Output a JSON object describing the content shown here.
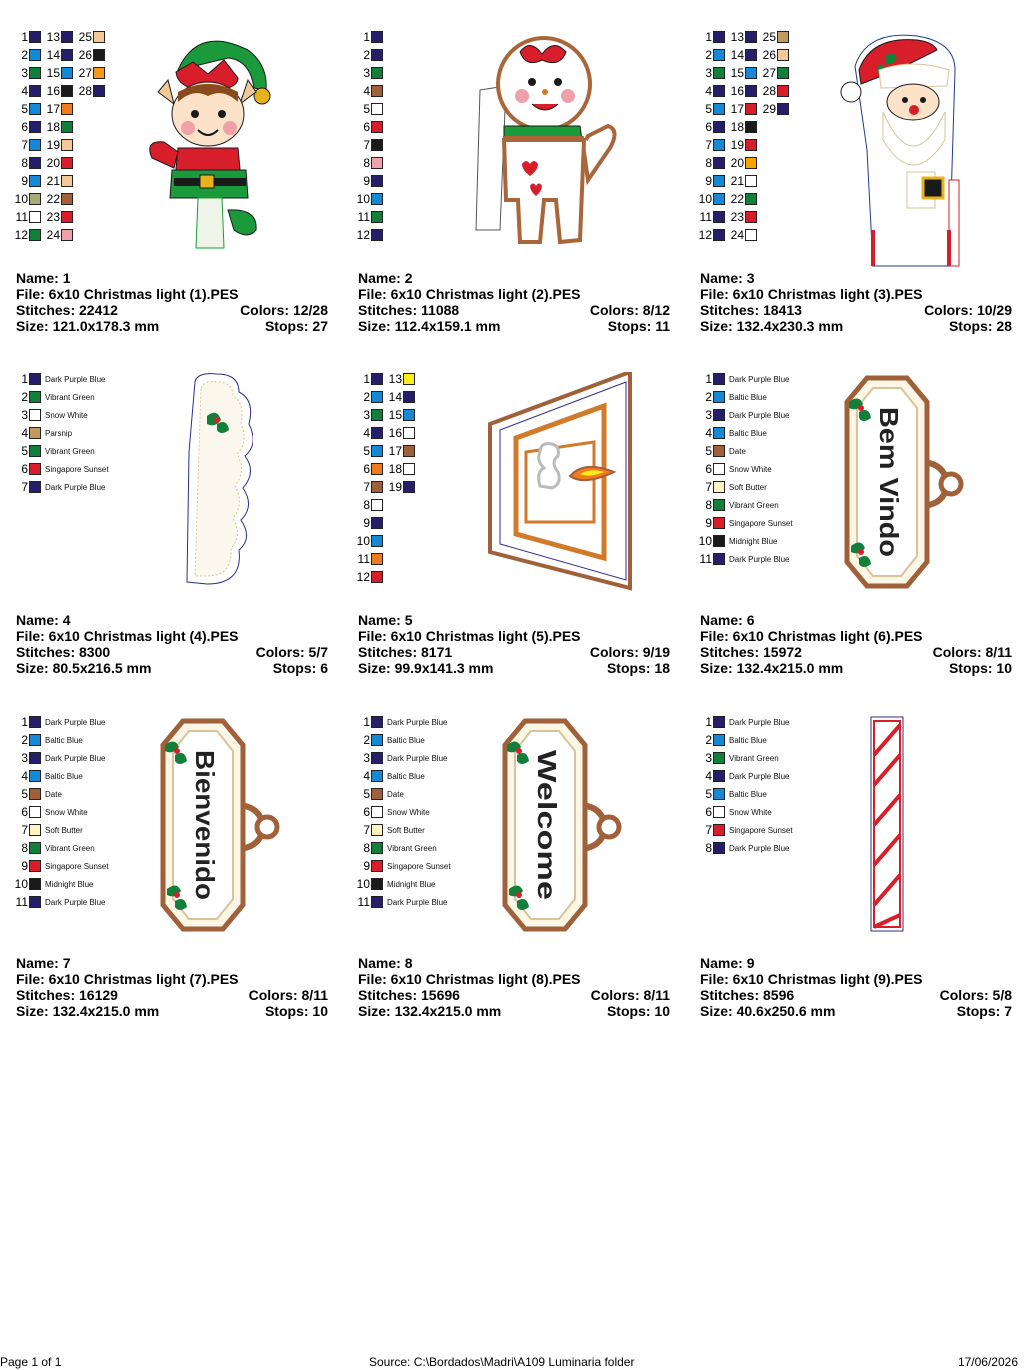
{
  "palette": {
    "dpb": "#261d6b",
    "bb": "#1589d6",
    "vg": "#12803a",
    "sw": "#ffffff",
    "ss": "#d81e2a",
    "mb": "#1a1a1a",
    "date": "#a0603a",
    "sb": "#fff4c2",
    "par": "#c29a5e",
    "pnk": "#f0a0a8",
    "tan": "#f5c89a",
    "org": "#f29a1e",
    "orn": "#f07a1e",
    "gld": "#f5a400",
    "yel": "#ffeb1a",
    "olv": "#a8ab78"
  },
  "labels": {
    "name": "Name:",
    "file": "File:",
    "stitches": "Stitches:",
    "size": "Size:",
    "colors": "Colors:",
    "stops": "Stops:"
  },
  "designs": [
    {
      "name": "1",
      "file": "6x10 Christmas light (1).PES",
      "stitches": "22412",
      "size": "121.0x178.3 mm",
      "colors": "12/28",
      "stops": "27",
      "art": "elf",
      "named": false,
      "legend": [
        [
          "dpb",
          "dpb",
          "tan"
        ],
        [
          "bb",
          "dpb",
          "mb"
        ],
        [
          "vg",
          "bb",
          "org"
        ],
        [
          "dpb",
          "mb",
          "dpb"
        ],
        [
          "bb",
          "orn"
        ],
        [
          "dpb",
          "vg"
        ],
        [
          "bb",
          "tan"
        ],
        [
          "dpb",
          "ss"
        ],
        [
          "bb",
          "tan"
        ],
        [
          "olv",
          "date"
        ],
        [
          "sw",
          "ss"
        ],
        [
          "vg",
          "pnk"
        ]
      ]
    },
    {
      "name": "2",
      "file": "6x10 Christmas light (2).PES",
      "stitches": "11088",
      "size": "112.4x159.1 mm",
      "colors": "8/12",
      "stops": "11",
      "art": "gingerbread",
      "named": false,
      "legend": [
        [
          "dpb"
        ],
        [
          "dpb"
        ],
        [
          "vg"
        ],
        [
          "date"
        ],
        [
          "sw"
        ],
        [
          "ss"
        ],
        [
          "mb"
        ],
        [
          "pnk"
        ],
        [
          "dpb"
        ],
        [
          "bb"
        ],
        [
          "vg"
        ],
        [
          "dpb"
        ]
      ]
    },
    {
      "name": "3",
      "file": "6x10 Christmas light (3).PES",
      "stitches": "18413",
      "size": "132.4x230.3 mm",
      "colors": "10/29",
      "stops": "28",
      "art": "santa",
      "named": false,
      "legend": [
        [
          "dpb",
          "dpb",
          "par"
        ],
        [
          "bb",
          "dpb",
          "tan"
        ],
        [
          "vg",
          "bb",
          "vg"
        ],
        [
          "dpb",
          "dpb",
          "ss"
        ],
        [
          "bb",
          "ss",
          "dpb"
        ],
        [
          "dpb",
          "mb"
        ],
        [
          "bb",
          "ss"
        ],
        [
          "dpb",
          "gld"
        ],
        [
          "bb",
          "sw"
        ],
        [
          "bb",
          "vg"
        ],
        [
          "dpb",
          "ss"
        ],
        [
          "dpb",
          "sw"
        ]
      ]
    },
    {
      "name": "4",
      "file": "6x10 Christmas light (4).PES",
      "stitches": "8300",
      "size": "80.5x216.5 mm",
      "colors": "5/7",
      "stops": "6",
      "art": "cloud",
      "named": true,
      "legend": [
        [
          "dpb",
          "Dark Purple Blue"
        ],
        [
          "vg",
          "Vibrant Green"
        ],
        [
          "sw",
          "Snow White"
        ],
        [
          "par",
          "Parsnip"
        ],
        [
          "vg",
          "Vibrant Green"
        ],
        [
          "ss",
          "Singapore Sunset"
        ],
        [
          "dpb",
          "Dark Purple Blue"
        ]
      ]
    },
    {
      "name": "5",
      "file": "6x10 Christmas light (5).PES",
      "stitches": "8171",
      "size": "99.9x141.3 mm",
      "colors": "9/19",
      "stops": "18",
      "art": "fireplace",
      "named": false,
      "legend": [
        [
          "dpb",
          "yel"
        ],
        [
          "bb",
          "dpb"
        ],
        [
          "vg",
          "bb"
        ],
        [
          "dpb",
          "sw"
        ],
        [
          "bb",
          "date"
        ],
        [
          "orn",
          "sw"
        ],
        [
          "date",
          "dpb"
        ],
        [
          "sw"
        ],
        [
          "dpb"
        ],
        [
          "bb"
        ],
        [
          "orn"
        ],
        [
          "ss"
        ]
      ]
    },
    {
      "name": "6",
      "file": "6x10 Christmas light (6).PES",
      "stitches": "15972",
      "size": "132.4x215.0 mm",
      "colors": "8/11",
      "stops": "10",
      "art": "sign",
      "sign": "Bem Vindo",
      "named": true,
      "legend": [
        [
          "dpb",
          "Dark Purple Blue"
        ],
        [
          "bb",
          "Baltic Blue"
        ],
        [
          "dpb",
          "Dark Purple Blue"
        ],
        [
          "bb",
          "Baltic Blue"
        ],
        [
          "date",
          "Date"
        ],
        [
          "sw",
          "Snow White"
        ],
        [
          "sb",
          "Soft Butter"
        ],
        [
          "vg",
          "Vibrant Green"
        ],
        [
          "ss",
          "Singapore Sunset"
        ],
        [
          "mb",
          "Midnight Blue"
        ],
        [
          "dpb",
          "Dark Purple Blue"
        ]
      ]
    },
    {
      "name": "7",
      "file": "6x10 Christmas light (7).PES",
      "stitches": "16129",
      "size": "132.4x215.0 mm",
      "colors": "8/11",
      "stops": "10",
      "art": "sign",
      "sign": "Bienvenido",
      "named": true,
      "legend": [
        [
          "dpb",
          "Dark Purple Blue"
        ],
        [
          "bb",
          "Baltic Blue"
        ],
        [
          "dpb",
          "Dark Purple Blue"
        ],
        [
          "bb",
          "Baltic Blue"
        ],
        [
          "date",
          "Date"
        ],
        [
          "sw",
          "Snow White"
        ],
        [
          "sb",
          "Soft Butter"
        ],
        [
          "vg",
          "Vibrant Green"
        ],
        [
          "ss",
          "Singapore Sunset"
        ],
        [
          "mb",
          "Midnight Blue"
        ],
        [
          "dpb",
          "Dark Purple Blue"
        ]
      ]
    },
    {
      "name": "8",
      "file": "6x10 Christmas light (8).PES",
      "stitches": "15696",
      "size": "132.4x215.0 mm",
      "colors": "8/11",
      "stops": "10",
      "art": "sign",
      "sign": "Welcome",
      "named": true,
      "legend": [
        [
          "dpb",
          "Dark Purple Blue"
        ],
        [
          "bb",
          "Baltic Blue"
        ],
        [
          "dpb",
          "Dark Purple Blue"
        ],
        [
          "bb",
          "Baltic Blue"
        ],
        [
          "date",
          "Date"
        ],
        [
          "sw",
          "Snow White"
        ],
        [
          "sb",
          "Soft Butter"
        ],
        [
          "vg",
          "Vibrant Green"
        ],
        [
          "ss",
          "Singapore Sunset"
        ],
        [
          "mb",
          "Midnight Blue"
        ],
        [
          "dpb",
          "Dark Purple Blue"
        ]
      ]
    },
    {
      "name": "9",
      "file": "6x10 Christmas light (9).PES",
      "stitches": "8596",
      "size": "40.6x250.6 mm",
      "colors": "5/8",
      "stops": "7",
      "art": "cane",
      "named": true,
      "legend": [
        [
          "dpb",
          "Dark Purple Blue"
        ],
        [
          "bb",
          "Baltic Blue"
        ],
        [
          "vg",
          "Vibrant Green"
        ],
        [
          "dpb",
          "Dark Purple Blue"
        ],
        [
          "bb",
          "Baltic Blue"
        ],
        [
          "sw",
          "Snow White"
        ],
        [
          "ss",
          "Singapore Sunset"
        ],
        [
          "dpb",
          "Dark Purple Blue"
        ]
      ]
    }
  ],
  "footer": {
    "page": "Page 1 of 1",
    "source": "Source: C:\\Bordados\\Madri\\A109 Luminaria folder",
    "date": "17/06/2026"
  }
}
